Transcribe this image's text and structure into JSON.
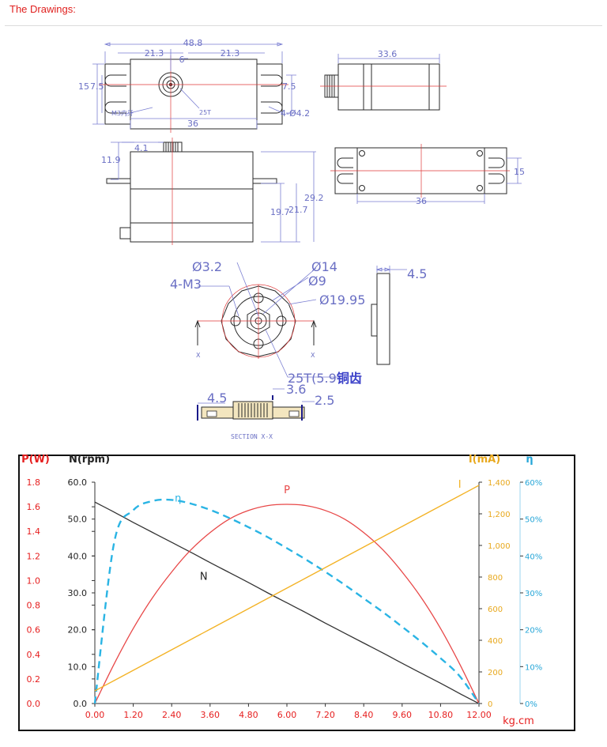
{
  "heading": "The Drawings:",
  "drawing": {
    "top_view": {
      "width": "48.8",
      "half_left": "21.3",
      "half_right": "21.3",
      "offset": "6",
      "height": "15",
      "height2": "7.5",
      "right_height": "7.5",
      "spline_label": "25T",
      "screw_label": "M3内牙",
      "holes": "4-Ø4.2",
      "body": "36"
    },
    "end_view": {
      "depth": "33.6"
    },
    "side_view": {
      "top_offset": "4.1",
      "ear_height": "11.9",
      "lower": "19.7",
      "body_h": "21.7",
      "total_h": "29.2"
    },
    "bottom_view": {
      "width": "36",
      "height": "15"
    },
    "horn": {
      "d_center": "Ø3.2",
      "holes": "4-M3",
      "d14": "Ø14",
      "d9": "Ø9",
      "d1995": "Ø19.95",
      "spline": "25T(5.9",
      "spline_cn": "铜齿",
      "thickness": "4.5",
      "sec_45": "4.5",
      "sec_36": "3.6",
      "sec_25": "2.5",
      "section": "SECTION X-X",
      "x_mark": "X"
    }
  },
  "chart_data": {
    "type": "line",
    "x": [
      0,
      0.6,
      1.2,
      1.8,
      2.4,
      3,
      3.6,
      4.2,
      4.8,
      5.4,
      6,
      6.6,
      7.2,
      7.8,
      8.4,
      9,
      9.6,
      10.2,
      10.8,
      11.4,
      12
    ],
    "xlim": [
      0,
      12
    ],
    "xticks": [
      "0.00",
      "1.20",
      "2.40",
      "3.60",
      "4.80",
      "6.00",
      "7.20",
      "8.40",
      "9.60",
      "10.80",
      "12.00"
    ],
    "xunit": "kg.cm",
    "series": [
      {
        "name": "N",
        "axis": "N",
        "color": "#333333",
        "dashed": false,
        "values": [
          54.6,
          51.9,
          49.1,
          46.4,
          43.7,
          41.0,
          38.2,
          35.5,
          32.8,
          30.0,
          27.3,
          24.6,
          21.8,
          19.1,
          16.4,
          13.7,
          10.9,
          8.2,
          5.5,
          2.7,
          0
        ]
      },
      {
        "name": "P",
        "axis": "P",
        "color": "#e84848",
        "dashed": false,
        "values": [
          0,
          0.32,
          0.61,
          0.86,
          1.07,
          1.25,
          1.39,
          1.5,
          1.57,
          1.61,
          1.62,
          1.61,
          1.57,
          1.5,
          1.39,
          1.25,
          1.07,
          0.86,
          0.61,
          0.32,
          0
        ]
      },
      {
        "name": "η",
        "axis": "eta",
        "color": "#2ab4e4",
        "dashed": true,
        "values": [
          0,
          43.5,
          52.4,
          54.9,
          55.2,
          54.2,
          52.5,
          50.3,
          47.8,
          45.1,
          42.1,
          39.0,
          35.7,
          32.2,
          28.5,
          24.8,
          20.8,
          16.7,
          12.3,
          7.4,
          0
        ]
      },
      {
        "name": "I",
        "axis": "I",
        "color": "#f3b224",
        "dashed": false,
        "values": [
          80,
          145,
          210,
          275,
          340,
          405,
          470,
          535,
          600,
          665,
          730,
          795,
          860,
          925,
          990,
          1055,
          1120,
          1185,
          1250,
          1315,
          1380
        ]
      }
    ],
    "axes": {
      "P": {
        "label": "P(W)",
        "color": "#e62020",
        "ylim": [
          0,
          1.8
        ],
        "ticks": [
          "0.0",
          "0.2",
          "0.4",
          "0.6",
          "0.8",
          "1.0",
          "1.2",
          "1.4",
          "1.6",
          "1.8"
        ]
      },
      "N": {
        "label": "N(rpm)",
        "color": "#222222",
        "ylim": [
          0,
          60
        ],
        "ticks": [
          "0.0",
          "10.0",
          "20.0",
          "30.0",
          "40.0",
          "50.0",
          "60.0"
        ]
      },
      "I": {
        "label": "I(mA)",
        "color": "#e8a81c",
        "ylim": [
          0,
          1400
        ],
        "ticks": [
          "0",
          "200",
          "400",
          "600",
          "800",
          "1,000",
          "1,200",
          "1,400"
        ]
      },
      "eta": {
        "label": "η",
        "color": "#26a6d8",
        "ylim": [
          0,
          60
        ],
        "ticks": [
          "0%",
          "10%",
          "20%",
          "30%",
          "40%",
          "50%",
          "60%"
        ]
      }
    },
    "grid": false,
    "legend": "labels on curves"
  }
}
